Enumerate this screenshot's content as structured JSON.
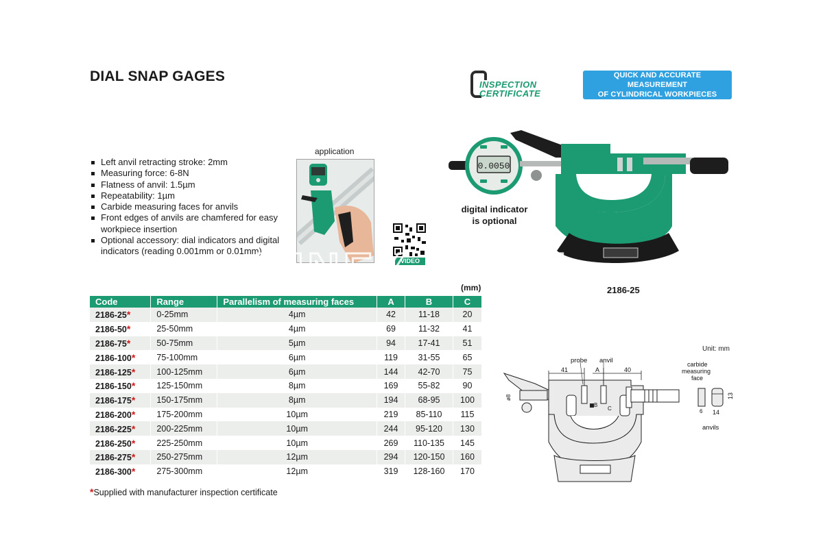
{
  "title": "DIAL SNAP GAGES",
  "certificate": {
    "line1": "INSPECTION",
    "line2": "CERTIFICATE"
  },
  "banner": {
    "line1": "QUICK AND ACCURATE MEASUREMENT",
    "line2": "OF CYLINDRICAL WORKPIECES"
  },
  "features": [
    "Left anvil retracting stroke: 2mm",
    "Measuring force: 6-8N",
    "Flatness of anvil: 1.5µm",
    "Repeatability: 1µm",
    "Carbide measuring faces for anvils",
    "Front edges of anvils are chamfered for easy workpiece insertion",
    "Optional accessory: dial indicators and digital indicators (reading 0.001mm or 0.01mm)"
  ],
  "application_label": "application",
  "video_label": "VIDEO",
  "indicator_reading": "0.0050",
  "digital_indicator_label": {
    "line1": "digital indicator",
    "line2": "is optional"
  },
  "model_label": "2186-25",
  "watermark": "KINEX KMET",
  "table": {
    "unit": "(mm)",
    "headers": [
      "Code",
      "Range",
      "Parallelism of measuring faces",
      "A",
      "B",
      "C"
    ],
    "rows": [
      [
        "2186-25",
        "0-25mm",
        "4µm",
        "42",
        "11-18",
        "20"
      ],
      [
        "2186-50",
        "25-50mm",
        "4µm",
        "69",
        "11-32",
        "41"
      ],
      [
        "2186-75",
        "50-75mm",
        "5µm",
        "94",
        "17-41",
        "51"
      ],
      [
        "2186-100",
        "75-100mm",
        "6µm",
        "119",
        "31-55",
        "65"
      ],
      [
        "2186-125",
        "100-125mm",
        "6µm",
        "144",
        "42-70",
        "75"
      ],
      [
        "2186-150",
        "125-150mm",
        "8µm",
        "169",
        "55-82",
        "90"
      ],
      [
        "2186-175",
        "150-175mm",
        "8µm",
        "194",
        "68-95",
        "100"
      ],
      [
        "2186-200",
        "175-200mm",
        "10µm",
        "219",
        "85-110",
        "115"
      ],
      [
        "2186-225",
        "200-225mm",
        "10µm",
        "244",
        "95-120",
        "130"
      ],
      [
        "2186-250",
        "225-250mm",
        "10µm",
        "269",
        "110-135",
        "145"
      ],
      [
        "2186-275",
        "250-275mm",
        "12µm",
        "294",
        "120-150",
        "160"
      ],
      [
        "2186-300",
        "275-300mm",
        "12µm",
        "319",
        "128-160",
        "170"
      ]
    ],
    "star": "*"
  },
  "footnote": "Supplied with manufacturer inspection certificate",
  "diagram": {
    "unit_note": "Unit: mm",
    "probe": "probe",
    "anvil": "anvil",
    "dim_41": "41",
    "dim_A": "A",
    "dim_40": "40",
    "dim_B": "B",
    "dim_C": "C",
    "dim_8": "ø8",
    "carbide": [
      "carbide",
      "measuring",
      "face"
    ],
    "dim_6": "6",
    "dim_14": "14",
    "dim_13": "13",
    "anvils": "anvils"
  },
  "colors": {
    "accent": "#1c9a72",
    "banner": "#2fa1e0",
    "star": "#d01818",
    "row_alt": "#eceeec"
  }
}
